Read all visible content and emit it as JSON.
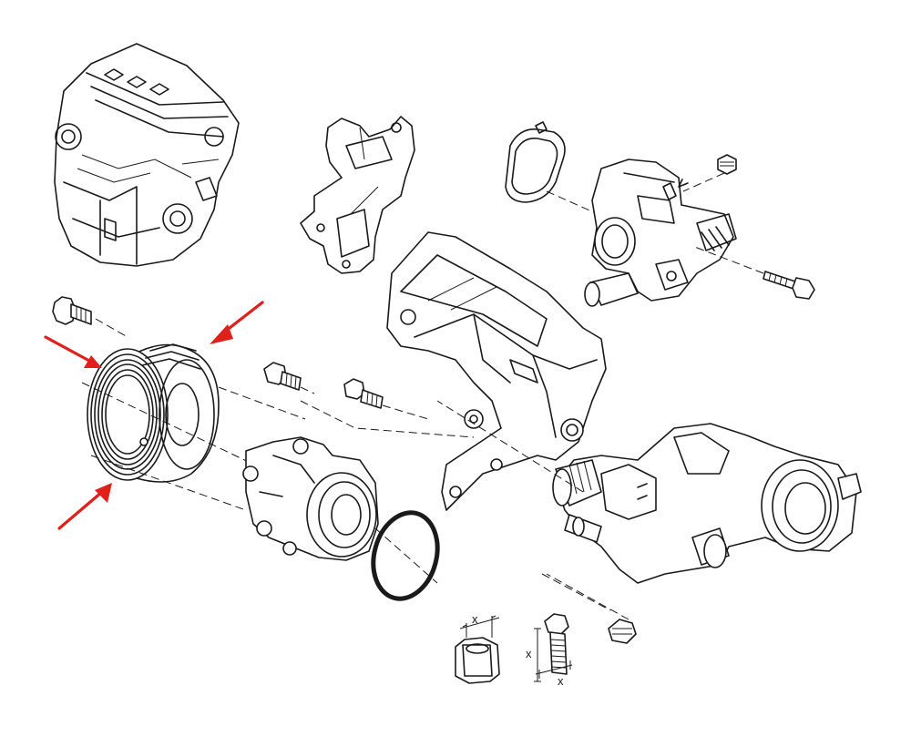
{
  "diagram": {
    "accent_color": "#e0201b",
    "line_color": "#1a1a1a",
    "background_color": "#ffffff",
    "dimension_labels": {
      "nut_x": "x",
      "bolt_length_x": "x",
      "bolt_thread_x": "x"
    },
    "highlight_arrows": 3
  }
}
